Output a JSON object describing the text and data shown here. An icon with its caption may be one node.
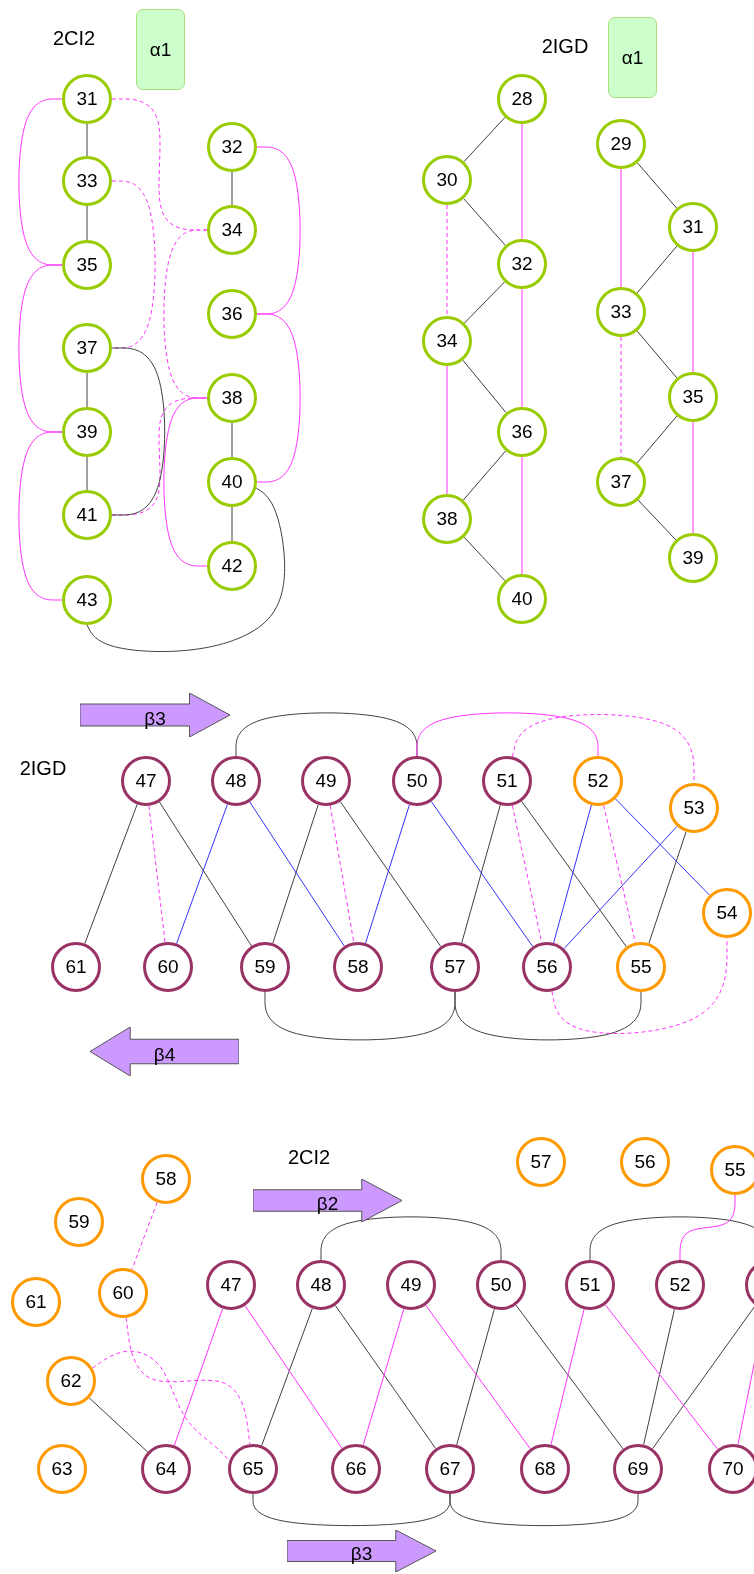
{
  "diagram": {
    "nodes": [
      {
        "text": [
          "α1"
        ]
      },
      {
        "text": [
          "31"
        ]
      },
      {
        "text": [
          "33"
        ]
      },
      {
        "text": [
          "35"
        ]
      },
      {
        "text": [
          "37"
        ]
      },
      {
        "text": [
          "39"
        ]
      },
      {
        "text": [
          "41"
        ]
      },
      {
        "text": [
          "43"
        ]
      },
      {
        "text": [
          "32"
        ]
      },
      {
        "text": [
          "34"
        ]
      },
      {
        "text": [
          "36"
        ]
      },
      {
        "text": [
          "38"
        ]
      },
      {
        "text": [
          "40"
        ]
      },
      {
        "text": [
          "42"
        ]
      },
      {
        "text": [
          "α1"
        ]
      },
      {
        "text": [
          "28"
        ]
      },
      {
        "text": [
          "30"
        ]
      },
      {
        "text": [
          "32"
        ]
      },
      {
        "text": [
          "34"
        ]
      },
      {
        "text": [
          "36"
        ]
      },
      {
        "text": [
          "38"
        ]
      },
      {
        "text": [
          "40"
        ]
      },
      {
        "text": [
          "29"
        ]
      },
      {
        "text": [
          "31"
        ]
      },
      {
        "text": [
          "33"
        ]
      },
      {
        "text": [
          "35"
        ]
      },
      {
        "text": [
          "37"
        ]
      },
      {
        "text": [
          "39"
        ]
      },
      {
        "text": [
          "β3"
        ]
      },
      {
        "text": [
          "47"
        ]
      },
      {
        "text": [
          "48"
        ]
      },
      {
        "text": [
          "49"
        ]
      },
      {
        "text": [
          "50"
        ]
      },
      {
        "text": [
          "51"
        ]
      },
      {
        "text": [
          "52"
        ]
      },
      {
        "text": [
          "53"
        ]
      },
      {
        "text": [
          "54"
        ]
      },
      {
        "text": [
          "61"
        ]
      },
      {
        "text": [
          "60"
        ]
      },
      {
        "text": [
          "59"
        ]
      },
      {
        "text": [
          "58"
        ]
      },
      {
        "text": [
          "57"
        ]
      },
      {
        "text": [
          "56"
        ]
      },
      {
        "text": [
          "55"
        ]
      },
      {
        "text": [
          "β4"
        ]
      },
      {
        "text": [
          "57"
        ]
      },
      {
        "text": [
          "56"
        ]
      },
      {
        "text": [
          "55"
        ]
      },
      {
        "text": [
          "58"
        ]
      },
      {
        "text": [
          "β2"
        ]
      },
      {
        "text": [
          "59"
        ]
      },
      {
        "text": [
          "61"
        ]
      },
      {
        "text": [
          "60"
        ]
      },
      {
        "text": [
          "47"
        ]
      },
      {
        "text": [
          "48"
        ]
      },
      {
        "text": [
          "49"
        ]
      },
      {
        "text": [
          "50"
        ]
      },
      {
        "text": [
          "51"
        ]
      },
      {
        "text": [
          "52"
        ]
      },
      {
        "text": [],
        "shape": "circle"
      },
      {
        "text": [
          "62"
        ]
      },
      {
        "text": [
          "63"
        ]
      },
      {
        "text": [
          "64"
        ]
      },
      {
        "text": [
          "65"
        ]
      },
      {
        "text": [
          "66"
        ]
      },
      {
        "text": [
          "67"
        ]
      },
      {
        "text": [
          "68"
        ]
      },
      {
        "text": [
          "69"
        ]
      },
      {
        "text": [
          "70"
        ]
      },
      {
        "text": [
          "β3"
        ]
      }
    ],
    "edges": [
      {
        "from": 1,
        "to": 2,
        "arrow": "none"
      },
      {
        "from": 2,
        "to": 3,
        "arrow": "none"
      },
      {
        "from": 4,
        "to": 5,
        "arrow": "none"
      },
      {
        "from": 5,
        "to": 6,
        "arrow": "none"
      },
      {
        "from": 8,
        "to": 9,
        "arrow": "none"
      },
      {
        "from": 11,
        "to": 12,
        "arrow": "none"
      },
      {
        "from": 12,
        "to": 13,
        "arrow": "none"
      },
      {
        "from": 1,
        "to": 3,
        "arrow": "none",
        "color": "#ff33ff"
      },
      {
        "from": 3,
        "to": 5,
        "arrow": "none",
        "color": "#ff33ff"
      },
      {
        "from": 5,
        "to": 7,
        "arrow": "none",
        "color": "#ff33ff"
      },
      {
        "from": 8,
        "to": 10,
        "arrow": "none",
        "color": "#ff33ff"
      },
      {
        "from": 10,
        "to": 12,
        "arrow": "none",
        "color": "#ff33ff"
      },
      {
        "from": 11,
        "to": 13,
        "arrow": "none",
        "color": "#ff33ff"
      },
      {
        "from": 1,
        "to": 9,
        "arrow": "none",
        "style": "dashed",
        "color": "#ff33ff"
      },
      {
        "from": 2,
        "to": 4,
        "arrow": "none",
        "style": "dashed",
        "color": "#ff33ff"
      },
      {
        "from": 9,
        "to": 11,
        "arrow": "none",
        "style": "dashed",
        "color": "#ff33ff"
      },
      {
        "from": 6,
        "to": 11,
        "arrow": "none",
        "style": "dashed",
        "color": "#ff33ff"
      },
      {
        "from": 4,
        "to": 6,
        "arrow": "none"
      },
      {
        "from": 12,
        "to": 7,
        "arrow": "none"
      },
      {
        "from": 15,
        "to": 16,
        "arrow": "none"
      },
      {
        "from": 16,
        "to": 17,
        "arrow": "none"
      },
      {
        "from": 17,
        "to": 18,
        "arrow": "none"
      },
      {
        "from": 18,
        "to": 19,
        "arrow": "none"
      },
      {
        "from": 19,
        "to": 20,
        "arrow": "none"
      },
      {
        "from": 20,
        "to": 21,
        "arrow": "none"
      },
      {
        "from": 15,
        "to": 17,
        "arrow": "none",
        "color": "#ff33ff"
      },
      {
        "from": 17,
        "to": 19,
        "arrow": "none",
        "color": "#ff33ff"
      },
      {
        "from": 19,
        "to": 21,
        "arrow": "none",
        "color": "#ff33ff"
      },
      {
        "from": 18,
        "to": 20,
        "arrow": "none",
        "color": "#ff33ff"
      },
      {
        "from": 16,
        "to": 18,
        "arrow": "none",
        "style": "dashed",
        "color": "#ff33ff"
      },
      {
        "from": 22,
        "to": 23,
        "arrow": "none"
      },
      {
        "from": 23,
        "to": 24,
        "arrow": "none"
      },
      {
        "from": 24,
        "to": 25,
        "arrow": "none"
      },
      {
        "from": 25,
        "to": 26,
        "arrow": "none"
      },
      {
        "from": 26,
        "to": 27,
        "arrow": "none"
      },
      {
        "from": 22,
        "to": 24,
        "arrow": "none",
        "color": "#ff33ff"
      },
      {
        "from": 23,
        "to": 25,
        "arrow": "none",
        "color": "#ff33ff"
      },
      {
        "from": 25,
        "to": 27,
        "arrow": "none",
        "color": "#ff33ff"
      },
      {
        "from": 24,
        "to": 26,
        "arrow": "none",
        "style": "dashed",
        "color": "#ff33ff"
      },
      {
        "from": 29,
        "to": 37,
        "arrow": "none"
      },
      {
        "from": 29,
        "to": 39,
        "arrow": "none"
      },
      {
        "from": 31,
        "to": 39,
        "arrow": "none"
      },
      {
        "from": 31,
        "to": 41,
        "arrow": "none"
      },
      {
        "from": 33,
        "to": 41,
        "arrow": "none"
      },
      {
        "from": 33,
        "to": 43,
        "arrow": "none"
      },
      {
        "from": 35,
        "to": 43,
        "arrow": "none"
      },
      {
        "from": 30,
        "to": 32,
        "arrow": "none"
      },
      {
        "from": 39,
        "to": 41,
        "arrow": "none"
      },
      {
        "from": 41,
        "to": 43,
        "arrow": "none"
      },
      {
        "from": 30,
        "to": 38,
        "arrow": "none",
        "color": "#3333ff"
      },
      {
        "from": 30,
        "to": 40,
        "arrow": "none",
        "color": "#3333ff"
      },
      {
        "from": 32,
        "to": 40,
        "arrow": "none",
        "color": "#3333ff"
      },
      {
        "from": 32,
        "to": 42,
        "arrow": "none",
        "color": "#3333ff"
      },
      {
        "from": 34,
        "to": 42,
        "arrow": "none",
        "color": "#3333ff"
      },
      {
        "from": 35,
        "to": 42,
        "arrow": "none",
        "color": "#3333ff"
      },
      {
        "from": 34,
        "to": 36,
        "arrow": "none",
        "color": "#3333ff"
      },
      {
        "from": 29,
        "to": 38,
        "arrow": "none",
        "style": "dashed",
        "color": "#ff33ff"
      },
      {
        "from": 31,
        "to": 40,
        "arrow": "none",
        "style": "dashed",
        "color": "#ff33ff"
      },
      {
        "from": 33,
        "to": 42,
        "arrow": "none",
        "style": "dashed",
        "color": "#ff33ff"
      },
      {
        "from": 34,
        "to": 43,
        "arrow": "none",
        "style": "dashed",
        "color": "#ff33ff"
      },
      {
        "from": 33,
        "to": 35,
        "arrow": "none",
        "style": "dashed",
        "color": "#ff33ff"
      },
      {
        "from": 42,
        "to": 36,
        "arrow": "none",
        "style": "dashed",
        "color": "#ff33ff"
      },
      {
        "from": 32,
        "to": 34,
        "arrow": "none",
        "color": "#ff33ff"
      },
      {
        "from": 48,
        "to": 52,
        "arrow": "none",
        "style": "dashed",
        "color": "#ff33ff"
      },
      {
        "from": 52,
        "to": 63,
        "arrow": "none",
        "style": "dashed",
        "color": "#ff33ff"
      },
      {
        "from": 60,
        "to": 63,
        "arrow": "none",
        "style": "dashed",
        "color": "#ff33ff"
      },
      {
        "from": 60,
        "to": 62,
        "arrow": "none"
      },
      {
        "from": 54,
        "to": 63,
        "arrow": "none"
      },
      {
        "from": 54,
        "to": 65,
        "arrow": "none"
      },
      {
        "from": 56,
        "to": 65,
        "arrow": "none"
      },
      {
        "from": 56,
        "to": 67,
        "arrow": "none"
      },
      {
        "from": 58,
        "to": 67,
        "arrow": "none"
      },
      {
        "from": 67,
        "to": 59,
        "arrow": "none"
      },
      {
        "from": 54,
        "to": 56,
        "arrow": "none"
      },
      {
        "from": 57,
        "to": 59,
        "arrow": "none"
      },
      {
        "from": 63,
        "to": 65,
        "arrow": "none"
      },
      {
        "from": 65,
        "to": 67,
        "arrow": "none"
      },
      {
        "from": 53,
        "to": 62,
        "arrow": "none",
        "color": "#ff33ff"
      },
      {
        "from": 53,
        "to": 64,
        "arrow": "none",
        "color": "#ff33ff"
      },
      {
        "from": 55,
        "to": 64,
        "arrow": "none",
        "color": "#ff33ff"
      },
      {
        "from": 55,
        "to": 66,
        "arrow": "none",
        "color": "#ff33ff"
      },
      {
        "from": 57,
        "to": 66,
        "arrow": "none",
        "color": "#ff33ff"
      },
      {
        "from": 57,
        "to": 68,
        "arrow": "none",
        "color": "#ff33ff"
      },
      {
        "from": 68,
        "to": 59,
        "arrow": "none",
        "color": "#ff33ff"
      },
      {
        "from": 47,
        "to": 58,
        "arrow": "none",
        "color": "#ff33ff"
      }
    ],
    "labels": [
      "2CI2",
      "2IGD",
      "2IGD",
      "2CI2"
    ]
  }
}
